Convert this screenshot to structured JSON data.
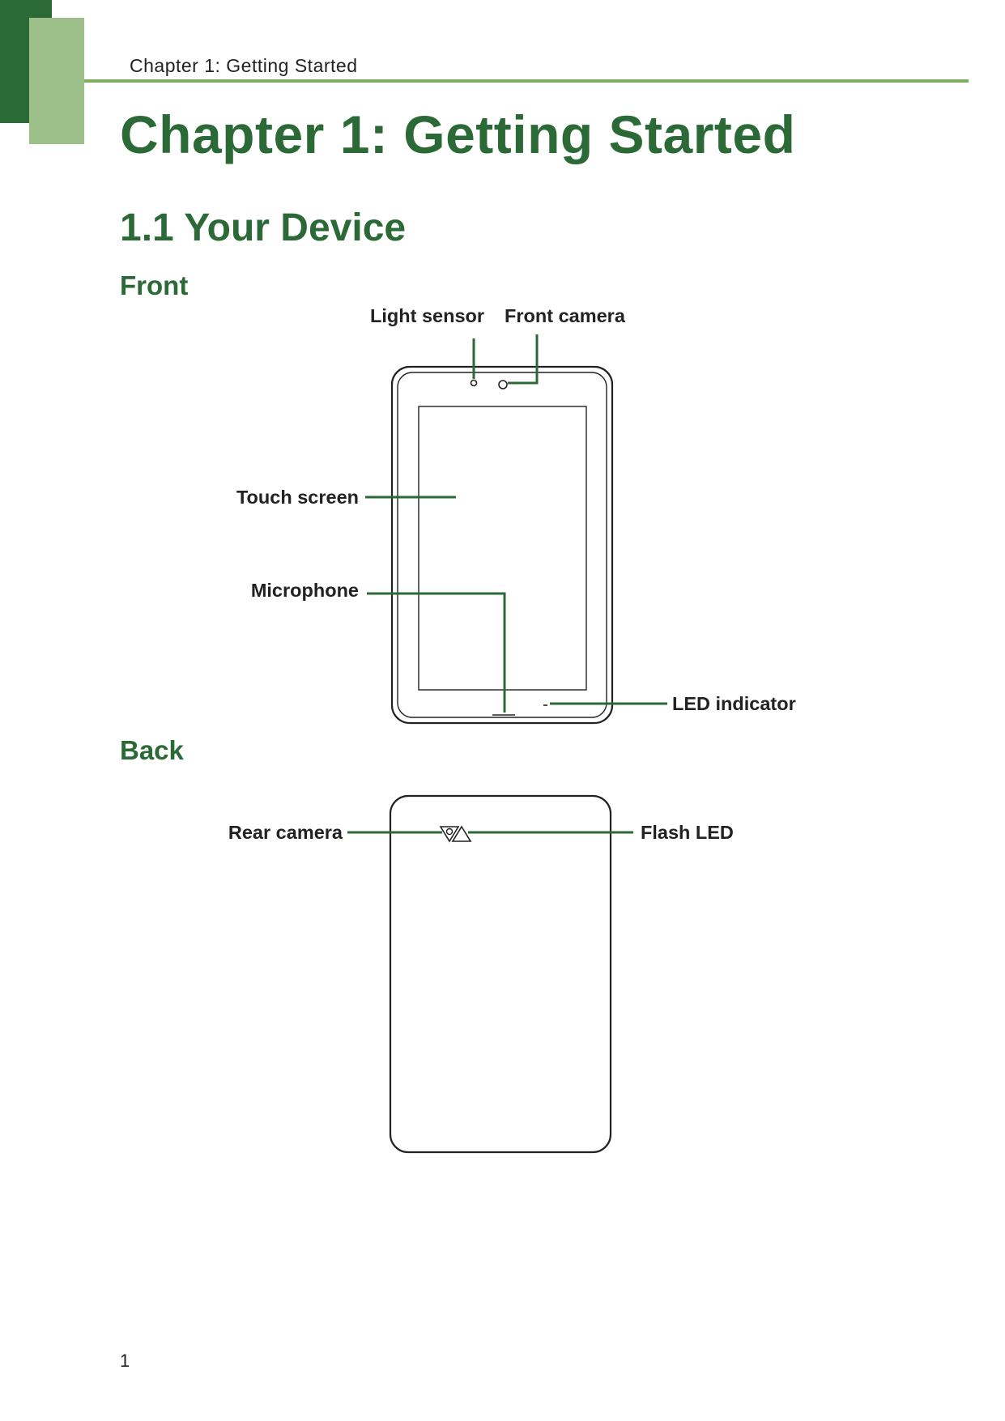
{
  "header": {
    "running_title": "Chapter 1: Getting Started"
  },
  "chapter": {
    "title": "Chapter 1: Getting Started"
  },
  "section": {
    "title": "1.1 Your Device"
  },
  "front": {
    "heading": "Front",
    "labels": {
      "light_sensor": "Light sensor",
      "front_camera": "Front camera",
      "touch_screen": "Touch screen",
      "microphone": "Microphone",
      "led_indicator": "LED indicator"
    }
  },
  "back": {
    "heading": "Back",
    "labels": {
      "rear_camera": "Rear camera",
      "flash_led": "Flash LED"
    }
  },
  "footer": {
    "page_number": "1"
  },
  "colors": {
    "accent_dark": "#2b6a36",
    "accent_light": "#9dbf8a",
    "rule": "#7fae63",
    "callout_line": "#2b6a36"
  }
}
